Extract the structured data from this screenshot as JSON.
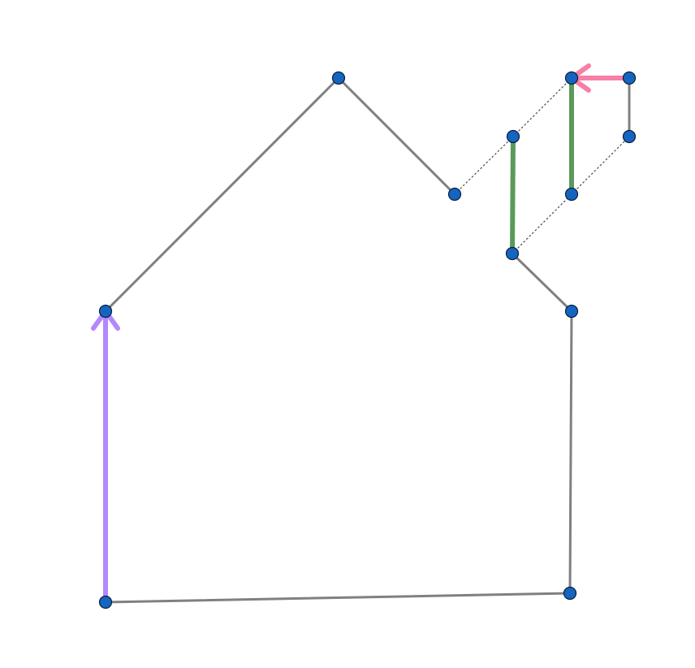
{
  "diagram": {
    "type": "geometry-construction",
    "colors": {
      "background": "#ffffff",
      "edge": "#808080",
      "dotted_edge": "#555555",
      "vertex_fill": "#1565c0",
      "vertex_stroke": "#0a1f3d",
      "arrow_up": "#b388ff",
      "arrow_left": "#f77fa8",
      "highlight_segment": "#5a9a5a"
    },
    "vertex_names": [
      "bottom-left",
      "left-wall-top",
      "roof-peak",
      "roof-notch",
      "inner-top",
      "inner-bottom",
      "right-wall-top",
      "bottom-right",
      "top-right-corner",
      "far-right-top",
      "far-right-mid",
      "middle-right"
    ],
    "edges": [
      {
        "from": "bottom-left",
        "to": "bottom-right",
        "style": "solid"
      },
      {
        "from": "bottom-right",
        "to": "right-wall-top",
        "style": "solid"
      },
      {
        "from": "right-wall-top",
        "to": "inner-bottom",
        "style": "solid"
      },
      {
        "from": "left-wall-top",
        "to": "roof-peak",
        "style": "solid"
      },
      {
        "from": "roof-peak",
        "to": "roof-notch",
        "style": "solid"
      },
      {
        "from": "far-right-top",
        "to": "far-right-mid",
        "style": "solid"
      },
      {
        "from": "roof-notch",
        "to": "inner-top",
        "style": "dotted"
      },
      {
        "from": "inner-top",
        "to": "top-right-corner",
        "style": "dotted"
      },
      {
        "from": "inner-bottom",
        "to": "middle-right",
        "style": "dotted"
      },
      {
        "from": "middle-right",
        "to": "far-right-mid",
        "style": "dotted"
      }
    ],
    "highlights": [
      {
        "from": "inner-top",
        "to": "inner-bottom",
        "kind": "segment"
      },
      {
        "from": "top-right-corner",
        "to": "middle-right",
        "kind": "segment"
      }
    ],
    "arrows": [
      {
        "from": "bottom-left",
        "to": "left-wall-top",
        "color_key": "arrow_up"
      },
      {
        "from": "far-right-top",
        "to": "top-right-corner",
        "color_key": "arrow_left"
      }
    ]
  }
}
